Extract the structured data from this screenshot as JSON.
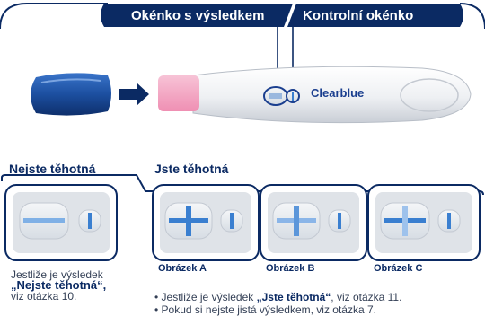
{
  "banner": {
    "result_window_label": "Okénko s výsledkem",
    "control_window_label": "Kontrolní okénko",
    "color": "#0b2a63"
  },
  "device": {
    "brand": "Clearblue"
  },
  "sections": {
    "not_pregnant_heading": "Nejste těhotná",
    "pregnant_heading": "Jste těhotná"
  },
  "figures": {
    "a": "Obrázek A",
    "b": "Obrázek B",
    "c": "Obrázek C"
  },
  "not_pregnant_note": {
    "prefix": "Jestliže je výsledek",
    "result": "„Nejste těhotná“,",
    "suffix": "viz otázka 10."
  },
  "pregnant_note": {
    "bullet1_prefix": "Jestliže je výsledek ",
    "bullet1_result": "„Jste těhotná“",
    "bullet1_suffix": ", viz otázka 11.",
    "bullet2": "Pokud si nejste jistá výsledkem, viz otázka 7."
  },
  "colors": {
    "navy": "#0b2a63",
    "result_line": "#3a7fd0",
    "device_body": "#e9ecef",
    "cap": "#1c4fa0",
    "wick": "#f3a6c2"
  }
}
